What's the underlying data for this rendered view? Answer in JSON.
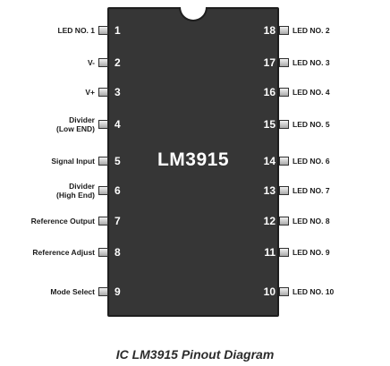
{
  "chip": {
    "name": "LM3915"
  },
  "pins_left": [
    {
      "number": "1",
      "label": "LED NO. 1"
    },
    {
      "number": "2",
      "label": "V-"
    },
    {
      "number": "3",
      "label": "V+"
    },
    {
      "number": "4",
      "label": "Divider\n(Low END)"
    },
    {
      "number": "5",
      "label": "Signal Input"
    },
    {
      "number": "6",
      "label": "Divider\n(High End)"
    },
    {
      "number": "7",
      "label": "Reference Output"
    },
    {
      "number": "8",
      "label": "Reference Adjust"
    },
    {
      "number": "9",
      "label": "Mode Select"
    }
  ],
  "pins_right": [
    {
      "number": "18",
      "label": "LED NO. 2"
    },
    {
      "number": "17",
      "label": "LED NO. 3"
    },
    {
      "number": "16",
      "label": "LED NO. 4"
    },
    {
      "number": "15",
      "label": "LED NO. 5"
    },
    {
      "number": "14",
      "label": "LED NO. 6"
    },
    {
      "number": "13",
      "label": "LED NO. 7"
    },
    {
      "number": "12",
      "label": "LED NO. 8"
    },
    {
      "number": "11",
      "label": "LED NO. 9"
    },
    {
      "number": "10",
      "label": "LED NO. 10"
    }
  ],
  "caption": "IC LM3915 Pinout Diagram",
  "colors": {
    "chip_body": "#363636",
    "pin_number": "#ffffff",
    "label_text": "#1b1b1b"
  }
}
